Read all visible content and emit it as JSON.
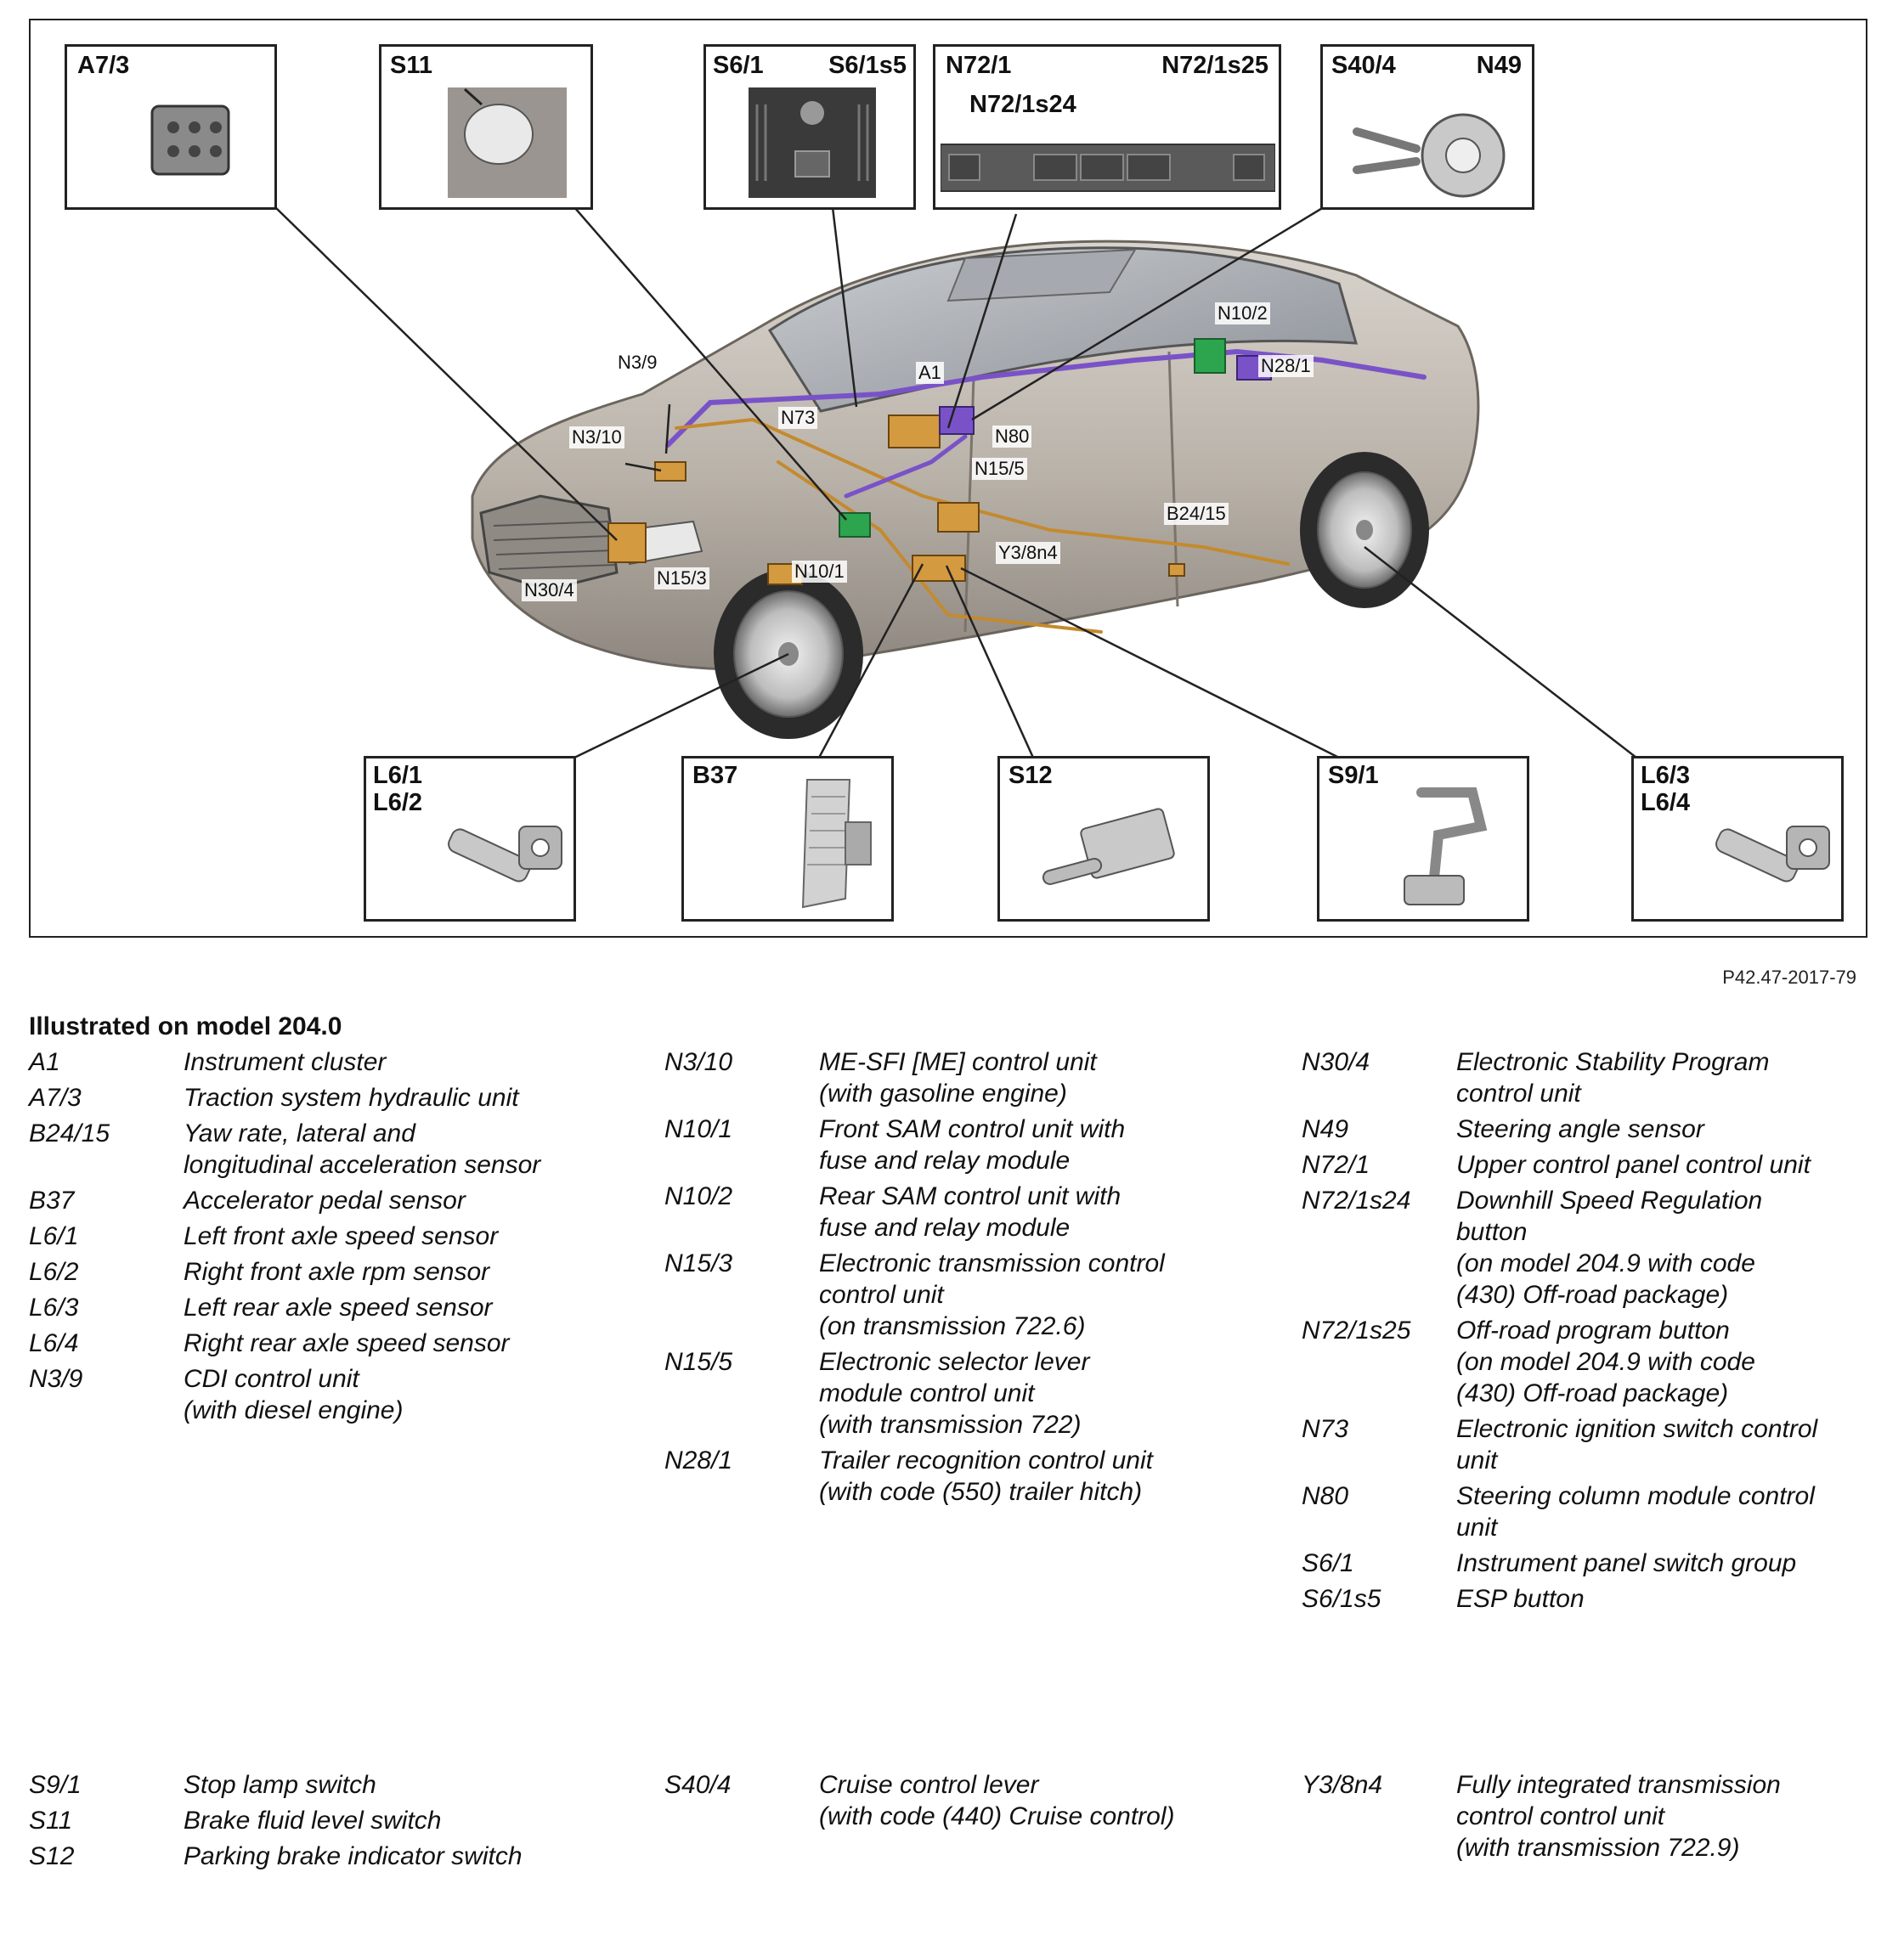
{
  "figure": {
    "callouts_top": [
      {
        "id": "a7-3",
        "labels": [
          "A7/3"
        ]
      },
      {
        "id": "s11",
        "labels": [
          "S11"
        ]
      },
      {
        "id": "s6",
        "labels": [
          "S6/1",
          "S6/1s5"
        ]
      },
      {
        "id": "n72",
        "labels": [
          "N72/1",
          "N72/1s25",
          "N72/1s24"
        ]
      },
      {
        "id": "s40",
        "labels": [
          "S40/4",
          "N49"
        ]
      }
    ],
    "callouts_bottom": [
      {
        "id": "l6-front",
        "labels": [
          "L6/1",
          "L6/2"
        ]
      },
      {
        "id": "b37",
        "labels": [
          "B37"
        ]
      },
      {
        "id": "s12",
        "labels": [
          "S12"
        ]
      },
      {
        "id": "s9",
        "labels": [
          "S9/1"
        ]
      },
      {
        "id": "l6-rear",
        "labels": [
          "L6/3",
          "L6/4"
        ]
      }
    ],
    "car_labels": [
      "N3/9",
      "N3/10",
      "N73",
      "A1",
      "N80",
      "N15/5",
      "N10/2",
      "N28/1",
      "B24/15",
      "Y3/8n4",
      "N10/1",
      "N15/3",
      "N30/4"
    ],
    "reference": "P42.47-2017-79"
  },
  "legend": {
    "title": "Illustrated on model 204.0",
    "col1": [
      {
        "code": "A1",
        "lines": [
          "Instrument cluster"
        ]
      },
      {
        "code": "A7/3",
        "lines": [
          "Traction system hydraulic unit"
        ]
      },
      {
        "code": "B24/15",
        "lines": [
          "Yaw rate, lateral and",
          "longitudinal acceleration sensor"
        ]
      },
      {
        "code": "B37",
        "lines": [
          "Accelerator pedal sensor"
        ]
      },
      {
        "code": "L6/1",
        "lines": [
          "Left front axle speed sensor"
        ]
      },
      {
        "code": "L6/2",
        "lines": [
          "Right front axle rpm sensor"
        ]
      },
      {
        "code": "L6/3",
        "lines": [
          "Left rear axle speed sensor"
        ]
      },
      {
        "code": "L6/4",
        "lines": [
          "Right rear axle speed sensor"
        ]
      },
      {
        "code": "N3/9",
        "lines": [
          "CDI control unit",
          "(with diesel engine)"
        ]
      }
    ],
    "col2": [
      {
        "code": "N3/10",
        "lines": [
          "ME-SFI [ME] control unit",
          "(with gasoline engine)"
        ]
      },
      {
        "code": "N10/1",
        "lines": [
          "Front SAM control unit with",
          "fuse and relay module"
        ]
      },
      {
        "code": "N10/2",
        "lines": [
          "Rear SAM control unit with",
          "fuse and relay module"
        ]
      },
      {
        "code": "N15/3",
        "lines": [
          "Electronic transmission control",
          "control unit",
          "(on transmission 722.6)"
        ]
      },
      {
        "code": "N15/5",
        "lines": [
          "Electronic selector lever",
          "module control unit",
          "(with transmission 722)"
        ]
      },
      {
        "code": "N28/1",
        "lines": [
          "Trailer recognition control unit",
          "(with code (550) trailer hitch)"
        ]
      }
    ],
    "col3": [
      {
        "code": "N30/4",
        "lines": [
          "Electronic Stability Program",
          "control unit"
        ]
      },
      {
        "code": "N49",
        "lines": [
          "Steering angle sensor"
        ]
      },
      {
        "code": "N72/1",
        "lines": [
          "Upper control panel control unit"
        ]
      },
      {
        "code": "N72/1s24",
        "lines": [
          "Downhill Speed Regulation",
          "button",
          "(on model 204.9 with code",
          "(430) Off-road package)"
        ]
      },
      {
        "code": "N72/1s25",
        "lines": [
          "Off-road program button",
          "(on model 204.9 with code",
          "(430) Off-road package)"
        ]
      },
      {
        "code": "N73",
        "lines": [
          "Electronic ignition switch control",
          "unit"
        ]
      },
      {
        "code": "N80",
        "lines": [
          "Steering column module control",
          "unit"
        ]
      },
      {
        "code": "S6/1",
        "lines": [
          "Instrument panel switch group"
        ]
      },
      {
        "code": "S6/1s5",
        "lines": [
          "ESP button"
        ]
      }
    ],
    "bottom1": [
      {
        "code": "S9/1",
        "lines": [
          "Stop lamp switch"
        ]
      },
      {
        "code": "S11",
        "lines": [
          "Brake fluid level switch"
        ]
      },
      {
        "code": "S12",
        "lines": [
          "Parking brake indicator switch"
        ]
      }
    ],
    "bottom2": [
      {
        "code": "S40/4",
        "lines": [
          "Cruise control lever",
          "(with code (440) Cruise control)"
        ]
      }
    ],
    "bottom3": [
      {
        "code": "Y3/8n4",
        "lines": [
          "Fully integrated transmission",
          "control control unit",
          "(with transmission 722.9)"
        ]
      }
    ]
  }
}
